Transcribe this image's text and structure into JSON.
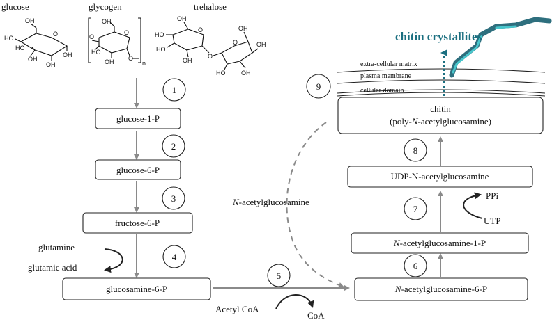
{
  "molecules": {
    "glucose": "glucose",
    "glycogen": "glycogen",
    "trehalose": "trehalose",
    "subscript_n": "n",
    "oh_label": "OH",
    "ho_label": "HO",
    "o_label": "O"
  },
  "steps": [
    "1",
    "2",
    "3",
    "4",
    "5",
    "6",
    "7",
    "8",
    "9"
  ],
  "boxes": {
    "glucose_1p": "glucose-1-P",
    "glucose_6p": "glucose-6-P",
    "fructose_6p": "fructose-6-P",
    "glucosamine_6p": "glucosamine-6-P",
    "nag_6p_italic": "N",
    "nag_6p_rest": "-acetylglucosamine-6-P",
    "nag_1p_italic": "N",
    "nag_1p_rest": "-acetylglucosamine-1-P",
    "udp_nag": "UDP-N-acetylglucosamine",
    "chitin_line1": "chitin",
    "chitin_line2_pre": "(poly-",
    "chitin_line2_italic": "N",
    "chitin_line2_post": "-acetylglucosamine)"
  },
  "side_labels": {
    "glutamine": "glutamine",
    "glutamic_acid": "glutamic acid",
    "acetyl_coa": "Acetyl CoA",
    "coa": "CoA",
    "ppi": "PPi",
    "utp": "UTP",
    "nag_italic": "N",
    "nag_rest": "-acetylglucosamine"
  },
  "membrane": {
    "extracellular": "extra-cellular matrix",
    "plasma_membrane": "plasma membrane",
    "cellular_domain": "cellular domain",
    "chitin_crystallites": "chitin crystallites"
  },
  "colors": {
    "teal_dark": "#2e6f7e",
    "teal_light": "#48c6cc",
    "arrow_gray": "#8a8a8a",
    "dotted_teal": "#1b6f80"
  }
}
